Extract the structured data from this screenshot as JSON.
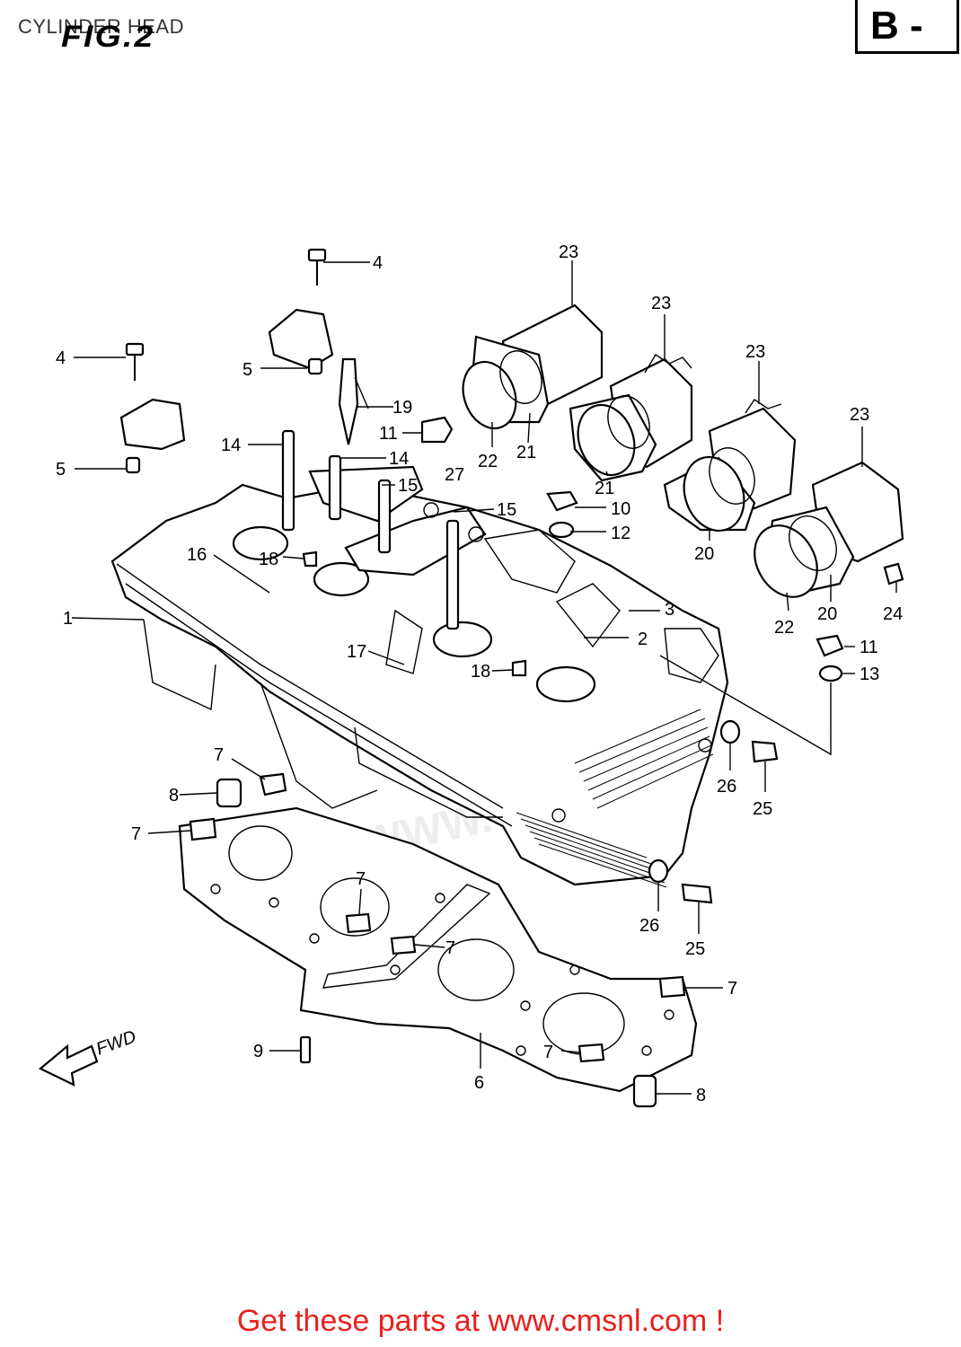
{
  "header": {
    "title": "CYLINDER HEAD",
    "figure_label": "FIG.2",
    "section_code": "B -"
  },
  "direction_marker": "FWD",
  "watermark": "WWW.CMSNL",
  "callouts": [
    "1",
    "2",
    "3",
    "4",
    "4",
    "5",
    "5",
    "6",
    "7",
    "7",
    "7",
    "7",
    "7",
    "7",
    "8",
    "8",
    "9",
    "10",
    "11",
    "11",
    "12",
    "13",
    "14",
    "14",
    "15",
    "15",
    "16",
    "17",
    "18",
    "18",
    "19",
    "20",
    "20",
    "21",
    "21",
    "22",
    "22",
    "23",
    "23",
    "23",
    "23",
    "24",
    "25",
    "25",
    "26",
    "26",
    "27"
  ],
  "footer": {
    "cta": "Get these parts at www.cmsnl.com !"
  },
  "colors": {
    "cta": "#e8211e",
    "line": "#000000",
    "background": "#ffffff"
  }
}
